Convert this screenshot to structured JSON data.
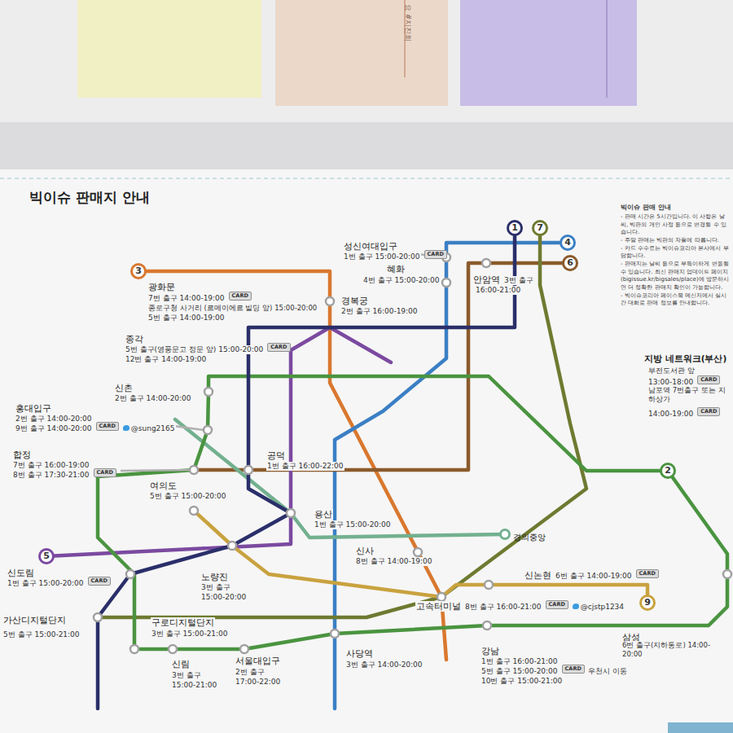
{
  "diagram": {
    "title": "빅이슈 판매지 안내",
    "nodes": [
      {
        "text": [
          "1"
        ]
      },
      {
        "text": [
          "7"
        ]
      },
      {
        "text": [
          "4"
        ]
      },
      {
        "text": [
          "6"
        ]
      },
      {
        "text": [
          "3"
        ]
      },
      {
        "text": [
          "2"
        ]
      },
      {
        "text": [
          "경의중앙"
        ]
      },
      {
        "text": [
          "5"
        ]
      },
      {
        "text": [
          "9"
        ]
      },
      {
        "text": [
          "CARD"
        ]
      },
      {
        "text": [
          "CARD"
        ]
      },
      {
        "text": [
          "CARD"
        ]
      },
      {
        "text": [
          "CARD"
        ]
      },
      {
        "text": [
          "CARD"
        ]
      },
      {
        "text": [
          "CARD"
        ]
      },
      {
        "text": [
          "CARD"
        ]
      },
      {
        "text": [
          "CARD"
        ]
      },
      {
        "text": [
          "CARD"
        ]
      },
      {
        "text": [
          "CARD"
        ]
      },
      {
        "text": [
          "CARD"
        ]
      }
    ],
    "labels": [
      "요 #지진희",
      "빅이슈 판매 안내",
      "- 판매 시간은 5시간입니다. 이 사항은 날씨, 빅판의 개인 사정 등으로 변경될 수 있습니다.",
      "- 주말 판매는 빅판의 자율에 따릅니다.",
      "- 카드 수수료는 빅이슈코리아 본사에서 부담합니다.",
      "- 판매지는 날씨 등으로 부득이하게 변동될 수 있습니다. 최신 판매지 업데이트 페이지(bigissue.kr/bigsales/place)에 방문하시면 더 정확한 판매지 확인이 가능합니다.",
      "- 빅이슈코리아 페이스북 메신저에서 실시간 대화로 판매 정보를 안내합니다.",
      "성신여대입구",
      "1번 출구 15:00-20:00",
      "혜화",
      "4번 출구 15:00-20:00",
      "안암역",
      "3번 출구",
      "16:00-21:00",
      "광화문",
      "7번 출구 14:00-19:00",
      "종로구청 사거리 (르메이에르 빌딩 앞) 15:00-20:00",
      "5번 출구 14:00-19:00",
      "경복궁",
      "2번 출구 16:00-19:00",
      "종각",
      "5번 출구(영풍문고 정문 앞) 15:00-20:00",
      "12번 출구 14:00-19:00",
      "신촌",
      "2번 출구 14:00-20:00",
      "홍대입구",
      "2번 출구 14:00-20:00",
      "9번 출구 14:00-20:00",
      "@sung2165",
      "합정",
      "7번 출구 16:00-19:00",
      "8번 출구 17:30-21:00",
      "공덕",
      "1번 출구 16:00-22:00",
      "여의도",
      "5번 출구 15:00-20:00",
      "용산",
      "1번 출구 15:00-20:00",
      "신사",
      "8번 출구 14:00-19:00",
      "신도림",
      "1번 출구 15:00-20:00",
      "노량진",
      "3번 출구",
      "15:00-20:00",
      "신논현",
      "6번 출구 14:00-19:00",
      "고속터미널",
      "8번 출구 16:00-21:00",
      "@cjstp1234",
      "가산디지털단지",
      "5번 출구 15:00-21:00",
      "구로디지털단지",
      "3번 출구 15:00-21:00",
      "삼성",
      "6번 출구(지하통로) 14:00-20:00",
      "강남",
      "1번 출구 16:00-21:00",
      "5번 출구 15:00-20:00",
      "우천시 이동",
      "10번 출구 15:00-21:00",
      "신림",
      "3번 출구",
      "15:00-21:00",
      "서울대입구",
      "2번 출구",
      "17:00-22:00",
      "사당역",
      "3번 출구 14:00-20:00",
      "지방 네트워크(부산)",
      "부전도서관 앞",
      "13:00-18:00",
      "남포역 7번출구 또는 지하상가",
      "14:00-19:00"
    ]
  }
}
